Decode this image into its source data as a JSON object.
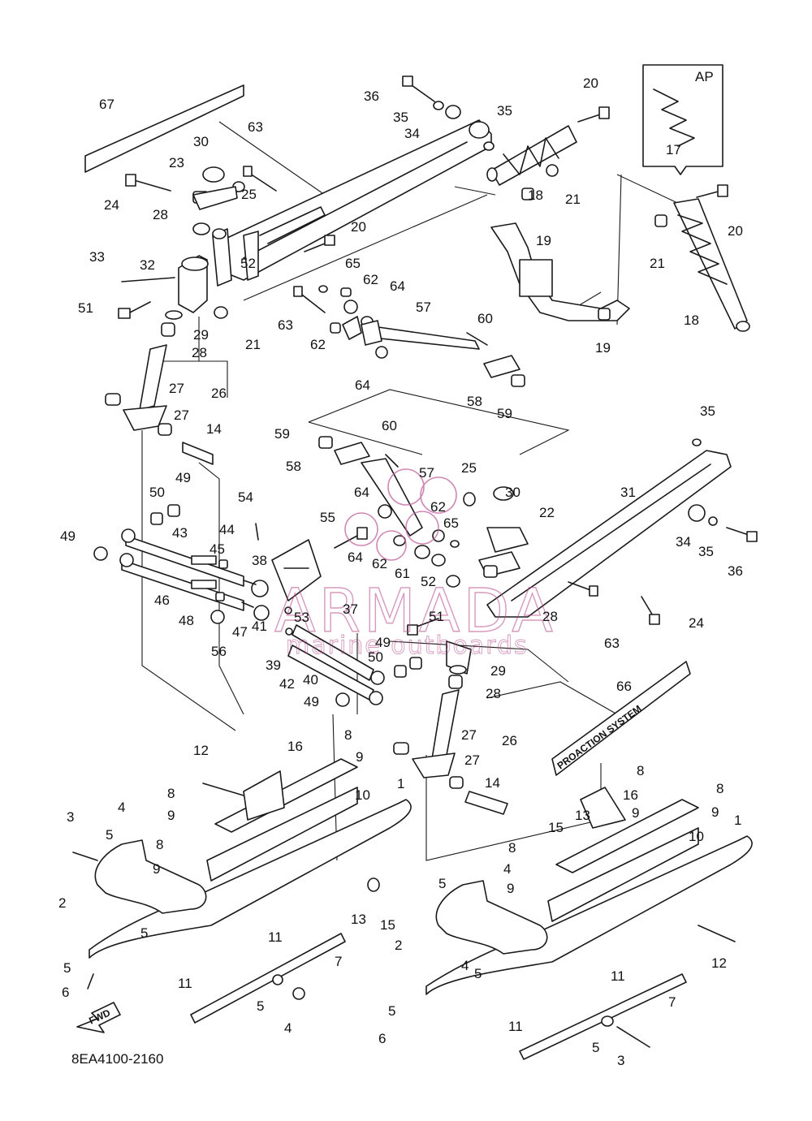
{
  "diagram": {
    "reference_code": "8EA4100-2160",
    "inset_label": "AP",
    "fwd_label": "FWD",
    "decal_text": "PROACTION SYSTEM",
    "watermark": {
      "brand": "ARMADA",
      "tagline": "marine outboards"
    },
    "callouts": [
      "67",
      "63",
      "30",
      "23",
      "24",
      "25",
      "28",
      "33",
      "32",
      "52",
      "51",
      "29",
      "21",
      "20",
      "65",
      "62",
      "64",
      "36",
      "35",
      "34",
      "18",
      "19",
      "17",
      "57",
      "60",
      "58",
      "59",
      "27",
      "26",
      "14",
      "50",
      "49",
      "43",
      "46",
      "54",
      "44",
      "45",
      "38",
      "48",
      "47",
      "41",
      "56",
      "37",
      "39",
      "42",
      "40",
      "55",
      "61",
      "22",
      "31",
      "53",
      "66",
      "12",
      "16",
      "8",
      "9",
      "10",
      "3",
      "4",
      "5",
      "2",
      "1",
      "7",
      "11",
      "6",
      "13",
      "15"
    ]
  }
}
